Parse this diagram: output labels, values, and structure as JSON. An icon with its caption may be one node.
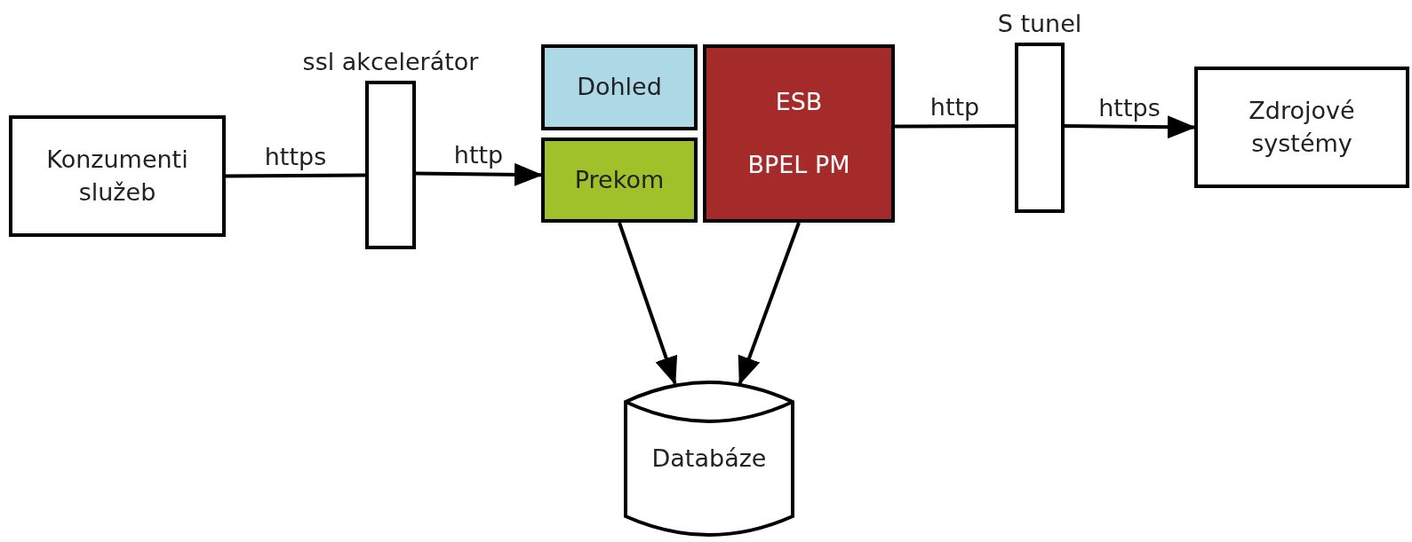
{
  "diagram": {
    "nodes": [
      {
        "text": [
          "Konzumenti služeb"
        ]
      },
      {
        "text": [
          "ssl akcelerátor"
        ]
      },
      {
        "text": [
          "Dohled"
        ]
      },
      {
        "text": [
          "Prekom"
        ]
      },
      {
        "text": [
          "ESB",
          "BPEL PM"
        ]
      },
      {
        "text": [
          "S tunel"
        ]
      },
      {
        "text": [
          "Zdrojové systémy"
        ]
      },
      {
        "text": [
          "Databáze"
        ]
      }
    ],
    "edges": [
      {
        "from": 0,
        "to": 1,
        "arrow": "none",
        "label": "https"
      },
      {
        "from": 1,
        "to": 3,
        "arrow": "to",
        "label": "http"
      },
      {
        "from": 4,
        "to": 5,
        "arrow": "none",
        "label": "http"
      },
      {
        "from": 5,
        "to": 6,
        "arrow": "to",
        "label": "https"
      },
      {
        "from": 3,
        "to": 7,
        "arrow": "to"
      },
      {
        "from": 4,
        "to": 7,
        "arrow": "to"
      }
    ]
  }
}
